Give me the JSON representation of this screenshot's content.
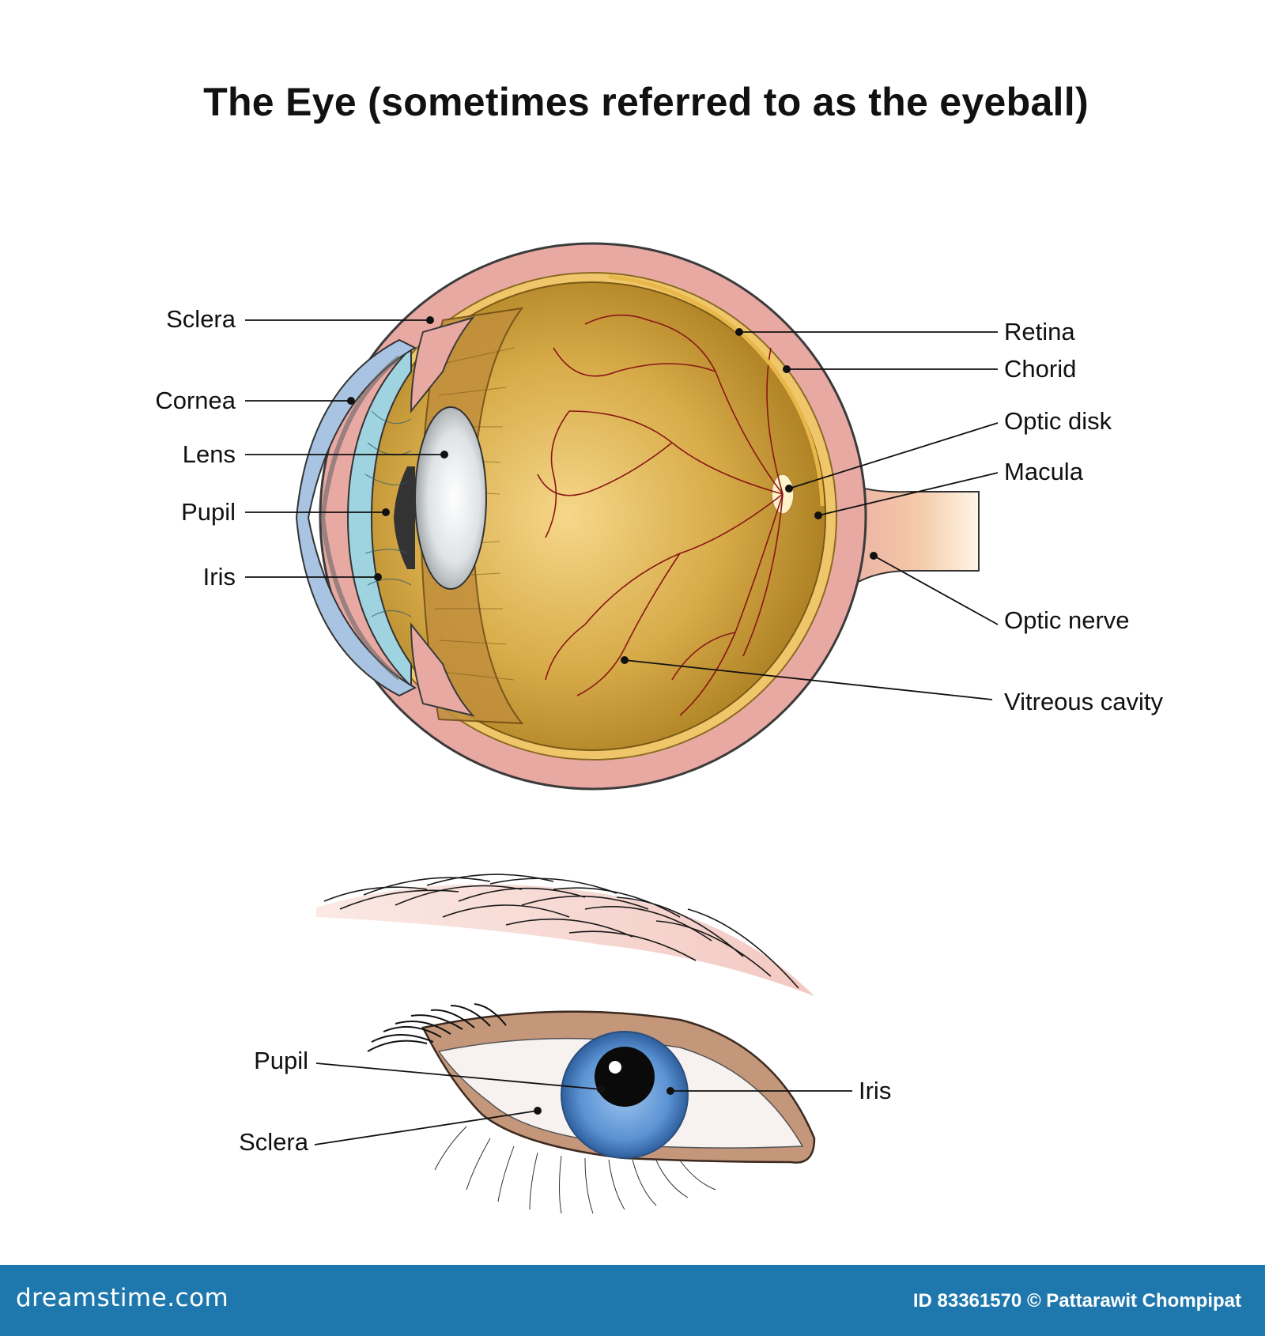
{
  "title": "The Eye (sometimes referred to as the eyeball)",
  "cross_section_labels": {
    "sclera": "Sclera",
    "cornea": "Cornea",
    "lens": "Lens",
    "pupil": "Pupil",
    "iris": "Iris",
    "retina": "Retina",
    "chorid": "Chorid",
    "optic_disk": "Optic disk",
    "macula": "Macula",
    "optic_nerve": "Optic nerve",
    "vitreous_cavity": "Vitreous cavity"
  },
  "front_view_labels": {
    "pupil": "Pupil",
    "sclera": "Sclera",
    "iris": "Iris"
  },
  "footer": {
    "logo": "dreamstime.com",
    "credit": "ID 83361570 © Pattarawit Chompipat"
  },
  "colors": {
    "sclera_outer": "#e9a9a3",
    "vitreous": "#c69a2c",
    "cornea": "#a9c4e2",
    "iris_blue": "#4f86c9",
    "footer_bar": "#1f78ad",
    "vessels": "#8a1616"
  }
}
